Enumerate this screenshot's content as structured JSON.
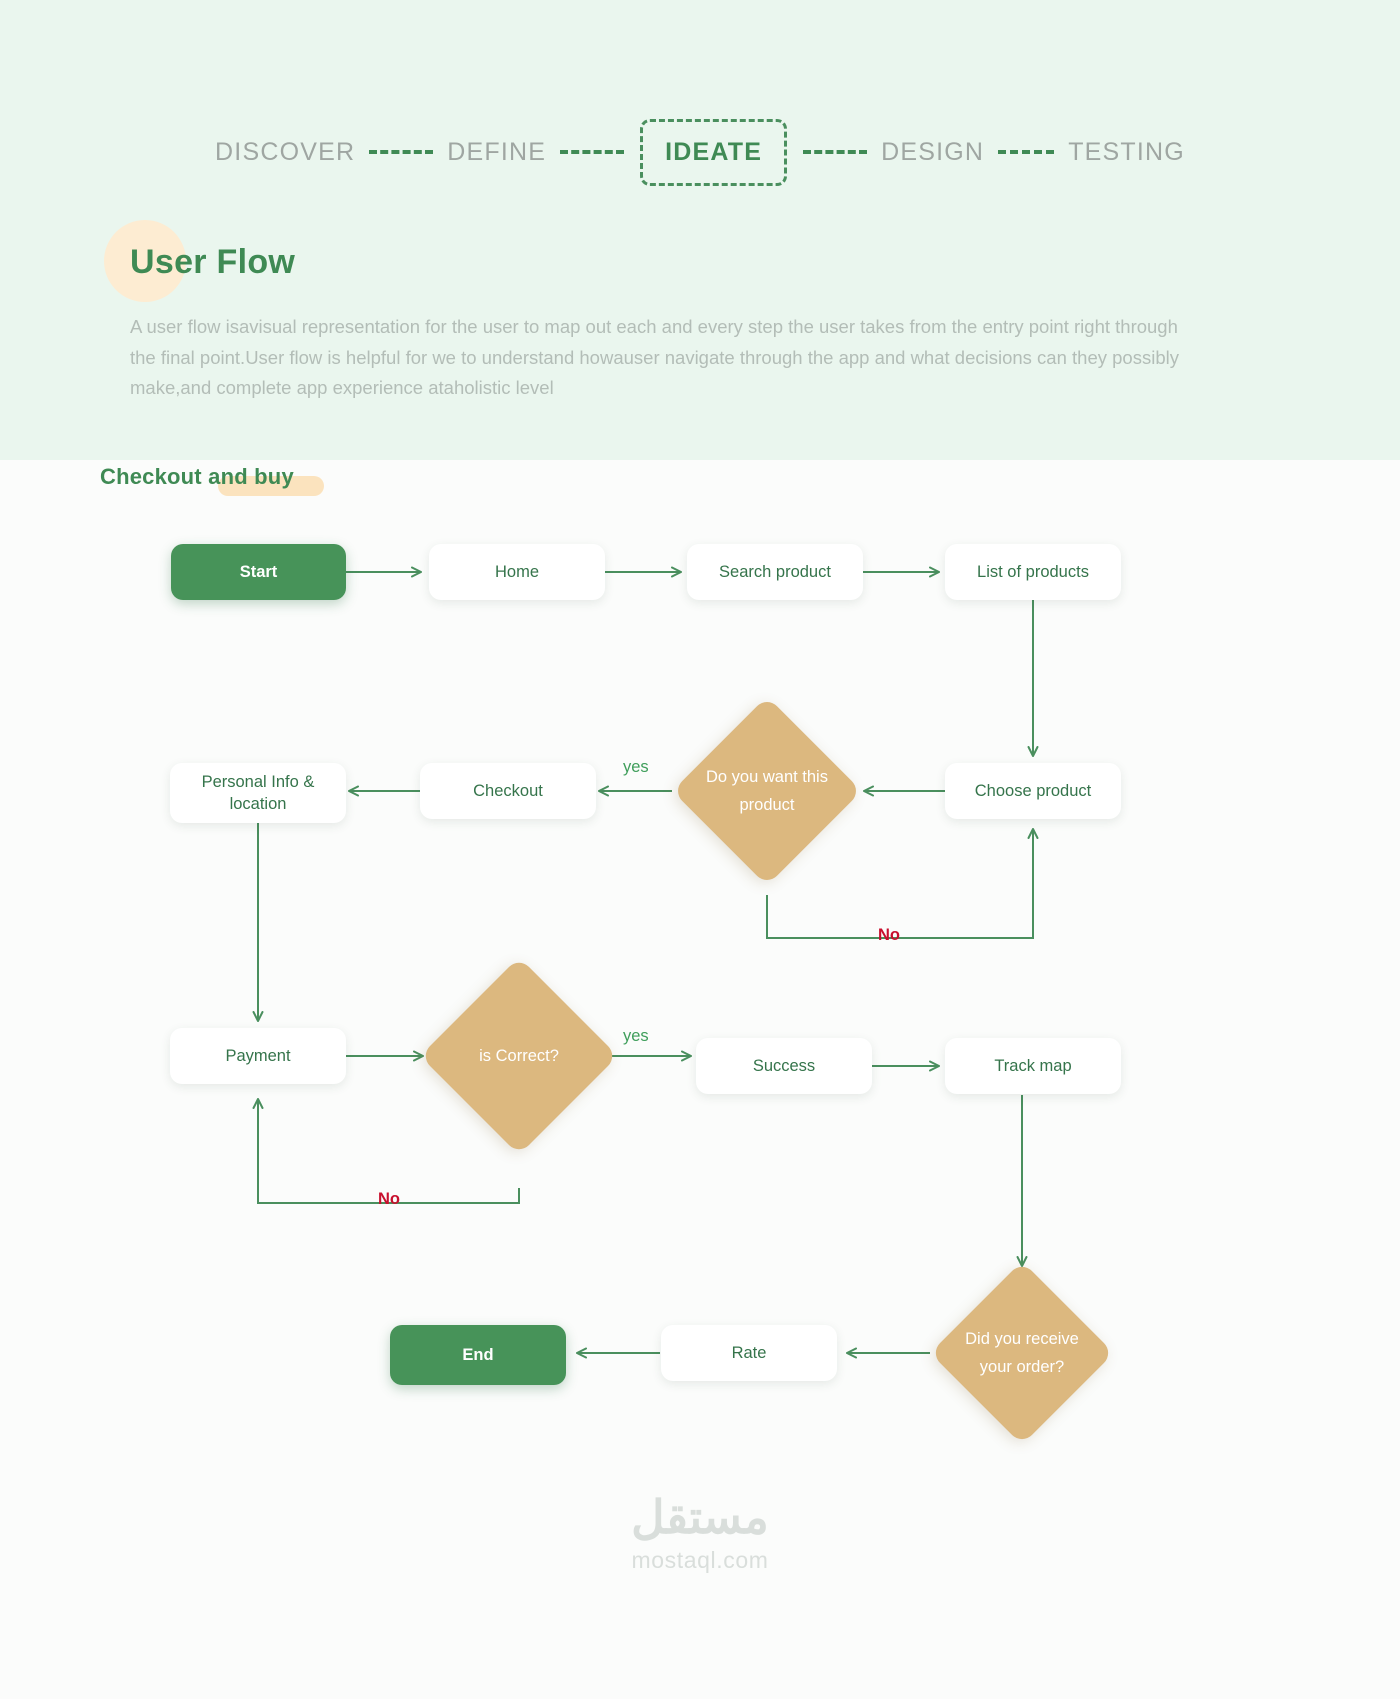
{
  "header": {
    "process_steps": [
      {
        "label": "DISCOVER",
        "active": false
      },
      {
        "label": "DEFINE",
        "active": false
      },
      {
        "label": "IDEATE",
        "active": true
      },
      {
        "label": "DESIGN",
        "active": false
      },
      {
        "label": "TESTING",
        "active": false
      }
    ],
    "title": "User Flow",
    "description": "A user flow isavisual representation for the user to map out each and every step the user takes from the entry point right through the final point.User flow is helpful for we to understand howauser navigate through the app and what decisions can they possibly make,and complete app experience ataholistic level"
  },
  "section": {
    "heading_plain": "Checkout ",
    "heading_highlight": "and buy",
    "heading_full": "Checkout and buy"
  },
  "flow": {
    "nodes": {
      "start": "Start",
      "home": "Home",
      "search_product": "Search product",
      "list_of_products": "List of products",
      "choose_product": "Choose product",
      "decision_want": "Do you want this product",
      "checkout": "Checkout",
      "personal_info": "Personal Info & location",
      "payment": "Payment",
      "decision_correct": "is Correct?",
      "success": "Success",
      "track_map": "Track map",
      "decision_received": "Did you receive your order?",
      "rate": "Rate",
      "end": "End"
    },
    "edge_labels": {
      "want_yes": "yes",
      "want_no": "No",
      "correct_yes": "yes",
      "correct_no": "No"
    }
  },
  "watermark": {
    "arabic": "مستقل",
    "latin": "mostaql.com"
  },
  "colors": {
    "band_bg": "#eaf6ee",
    "canvas_bg": "#fbfcfb",
    "green": "#479359",
    "green_text": "#35744b",
    "muted": "#b3bdb7",
    "diamond": "#dcb87f",
    "no_red": "#c8102e",
    "peach": "#fbe3be"
  }
}
